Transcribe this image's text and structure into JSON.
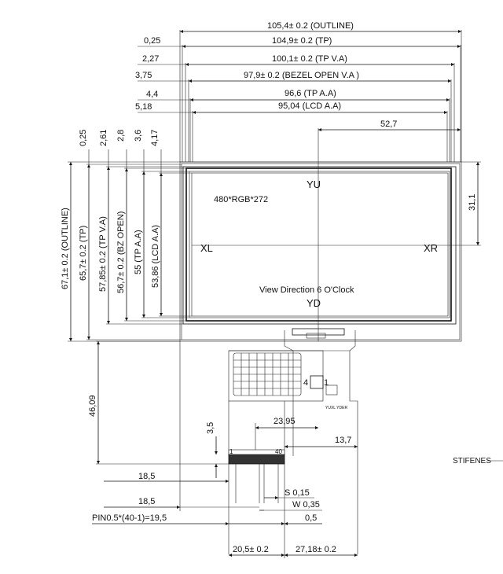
{
  "top_dims": {
    "outline": "105,4± 0.2 (OUTLINE)",
    "tp": "104,9± 0.2 (TP)",
    "tp_va": "100,1± 0.2 (TP V.A)",
    "bezel": "97,9± 0.2 (BEZEL OPEN V.A )",
    "tp_aa": "96,6 (TP A.A)",
    "lcd_aa": "95,04 (LCD A.A)",
    "center": "52,7"
  },
  "left_offsets": [
    "0,25",
    "2,27",
    "3,75",
    "4,4",
    "5,18"
  ],
  "vert_offsets": [
    "0,25",
    "2,61",
    "2,8",
    "3,6",
    "4,17"
  ],
  "vert_dims": {
    "outline": "67,1± 0.2 (OUTLINE)",
    "tp": "65,7± 0.2 (TP)",
    "tp_va": "57,85± 0.2 (TP V.A)",
    "bz_open": "56,7± 0.2 (BZ OPEN)",
    "tp_aa": "55 (TP A.A)",
    "lcd_aa": "53,86 (LCD A.A)"
  },
  "right_dim": "31,1",
  "display": {
    "resolution": "480*RGB*272",
    "yu": "YU",
    "yd": "YD",
    "xl": "XL",
    "xr": "XR",
    "view_direction": "View Direction 6 O'Clock"
  },
  "fpc": {
    "height": "46,09",
    "offset": "3,5",
    "width1": "23,95",
    "width2": "13,7",
    "pin_first": "1",
    "pin_last": "40",
    "stiffener": "STIFENES",
    "conn_pin_a": "4",
    "conn_pin_b": "1",
    "part_label": "YUXL YDER"
  },
  "bottom_dims": {
    "left1": "18,5",
    "left2": "18,5",
    "pin": "PIN0.5*(40-1)=19,5",
    "space": "S 0,15",
    "width": "W 0,35",
    "pitch": "0,5",
    "bottom_left": "20,5± 0.2",
    "bottom_right": "27,18± 0.2"
  }
}
